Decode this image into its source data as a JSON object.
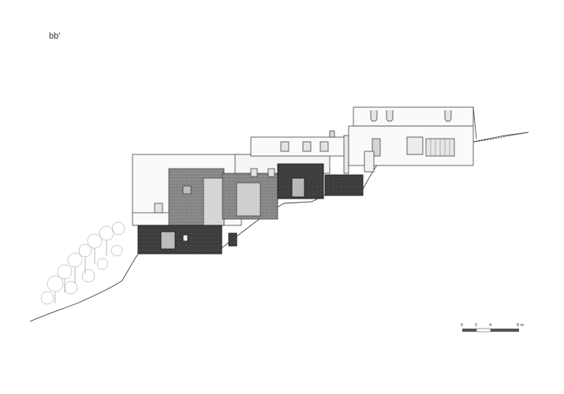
{
  "drawing": {
    "title": "bb'"
  },
  "scale_bar": {
    "ticks": [
      "0",
      "2",
      "4",
      "8 m"
    ]
  },
  "colors": {
    "line": "#444444",
    "section_fill": "#3a3a3a",
    "stone_fill": "#8a8a8a",
    "light_fill": "#d6d6d6",
    "tree": "#9a9a9a"
  }
}
